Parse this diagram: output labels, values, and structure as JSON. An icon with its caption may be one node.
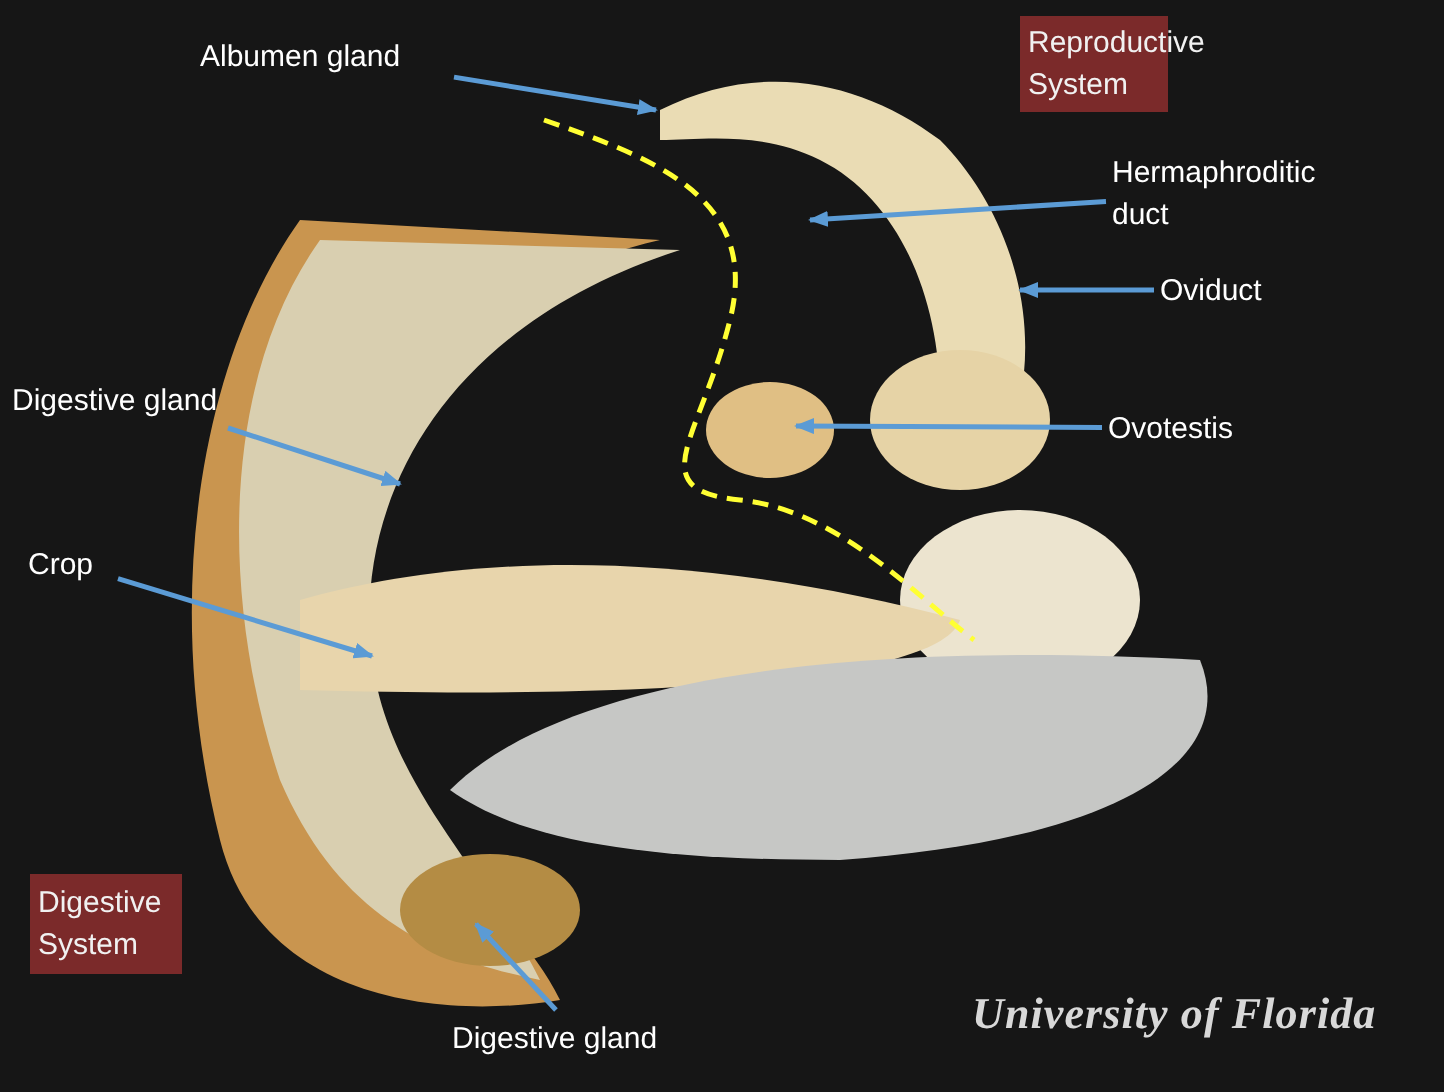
{
  "diagram": {
    "nodes": [
      {
        "text": [
          "Albumen gland"
        ]
      },
      {
        "text": [
          "Reproductive System"
        ]
      },
      {
        "text": [
          "Hermaphroditic duct"
        ]
      },
      {
        "text": [
          "Oviduct"
        ]
      },
      {
        "text": [
          "Digestive gland"
        ]
      },
      {
        "text": [
          "Ovotestis"
        ]
      },
      {
        "text": [
          "Crop"
        ]
      },
      {
        "text": [
          "Digestive System"
        ]
      },
      {
        "text": [
          "Digestive gland"
        ]
      }
    ],
    "edges": [
      {
        "from": 0,
        "to": null,
        "arrow": "to"
      },
      {
        "from": 2,
        "to": null,
        "arrow": "to"
      },
      {
        "from": 3,
        "to": null,
        "arrow": "to"
      },
      {
        "from": 4,
        "to": null,
        "arrow": "to"
      },
      {
        "from": 5,
        "to": null,
        "arrow": "to"
      },
      {
        "from": 6,
        "to": null,
        "arrow": "to"
      },
      {
        "from": 8,
        "to": null,
        "arrow": "to"
      }
    ],
    "labels": [
      "University of Florida"
    ]
  }
}
